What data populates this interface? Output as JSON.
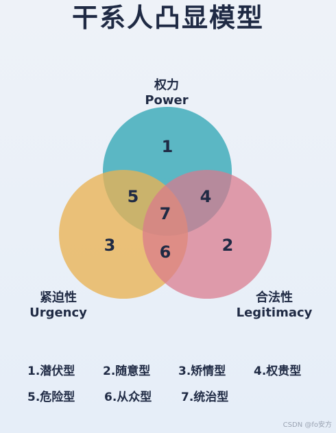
{
  "title": "干系人凸显模型",
  "circles": [
    {
      "id": "power",
      "zh": "权力",
      "en": "Power",
      "color": "#3aaab8",
      "number": "1"
    },
    {
      "id": "urgency",
      "zh": "紧迫性",
      "en": "Urgency",
      "color": "#e9b253",
      "number": "3"
    },
    {
      "id": "legitimacy",
      "zh": "合法性",
      "en": "Legitimacy",
      "color": "#d9798c",
      "number": "2"
    }
  ],
  "overlap_numbers": {
    "power_urgency": "5",
    "power_legitimacy": "4",
    "all": "7",
    "urgency_legitimacy": "6"
  },
  "legend": [
    [
      "1.潜伏型",
      "2.随意型",
      "3.矫情型",
      "4.权贵型"
    ],
    [
      "5.危险型",
      "6.从众型",
      "7.统治型"
    ]
  ],
  "footer": "CSDN @fo安方"
}
